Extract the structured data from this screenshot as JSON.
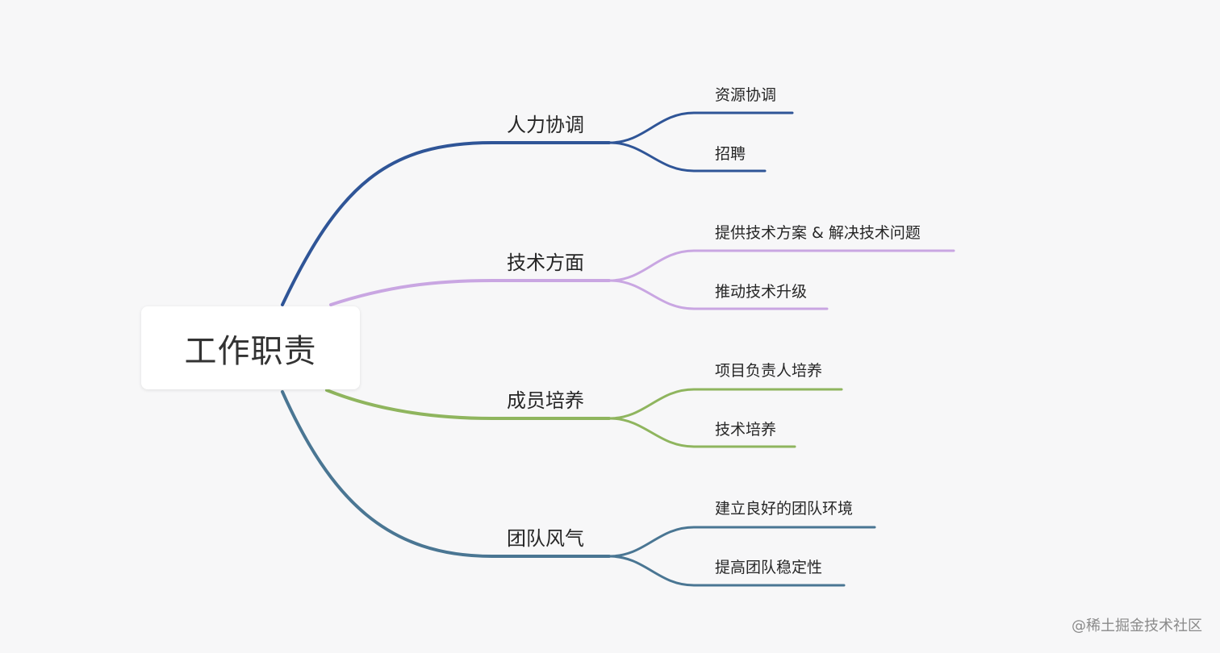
{
  "root": {
    "label": "工作职责"
  },
  "branches": [
    {
      "label": "人力协调",
      "color": "#2f5597",
      "children": [
        "资源协调",
        "招聘"
      ]
    },
    {
      "label": "技术方面",
      "color": "#c9a6e2",
      "children": [
        "提供技术方案 &  解决技术问题",
        "推动技术升级"
      ]
    },
    {
      "label": "成员培养",
      "color": "#8fb55e",
      "children": [
        "项目负责人培养",
        "技术培养"
      ]
    },
    {
      "label": "团队风气",
      "color": "#4a7693",
      "children": [
        "建立良好的团队环境",
        "提高团队稳定性"
      ]
    }
  ],
  "watermark": "@稀土掘金技术社区"
}
